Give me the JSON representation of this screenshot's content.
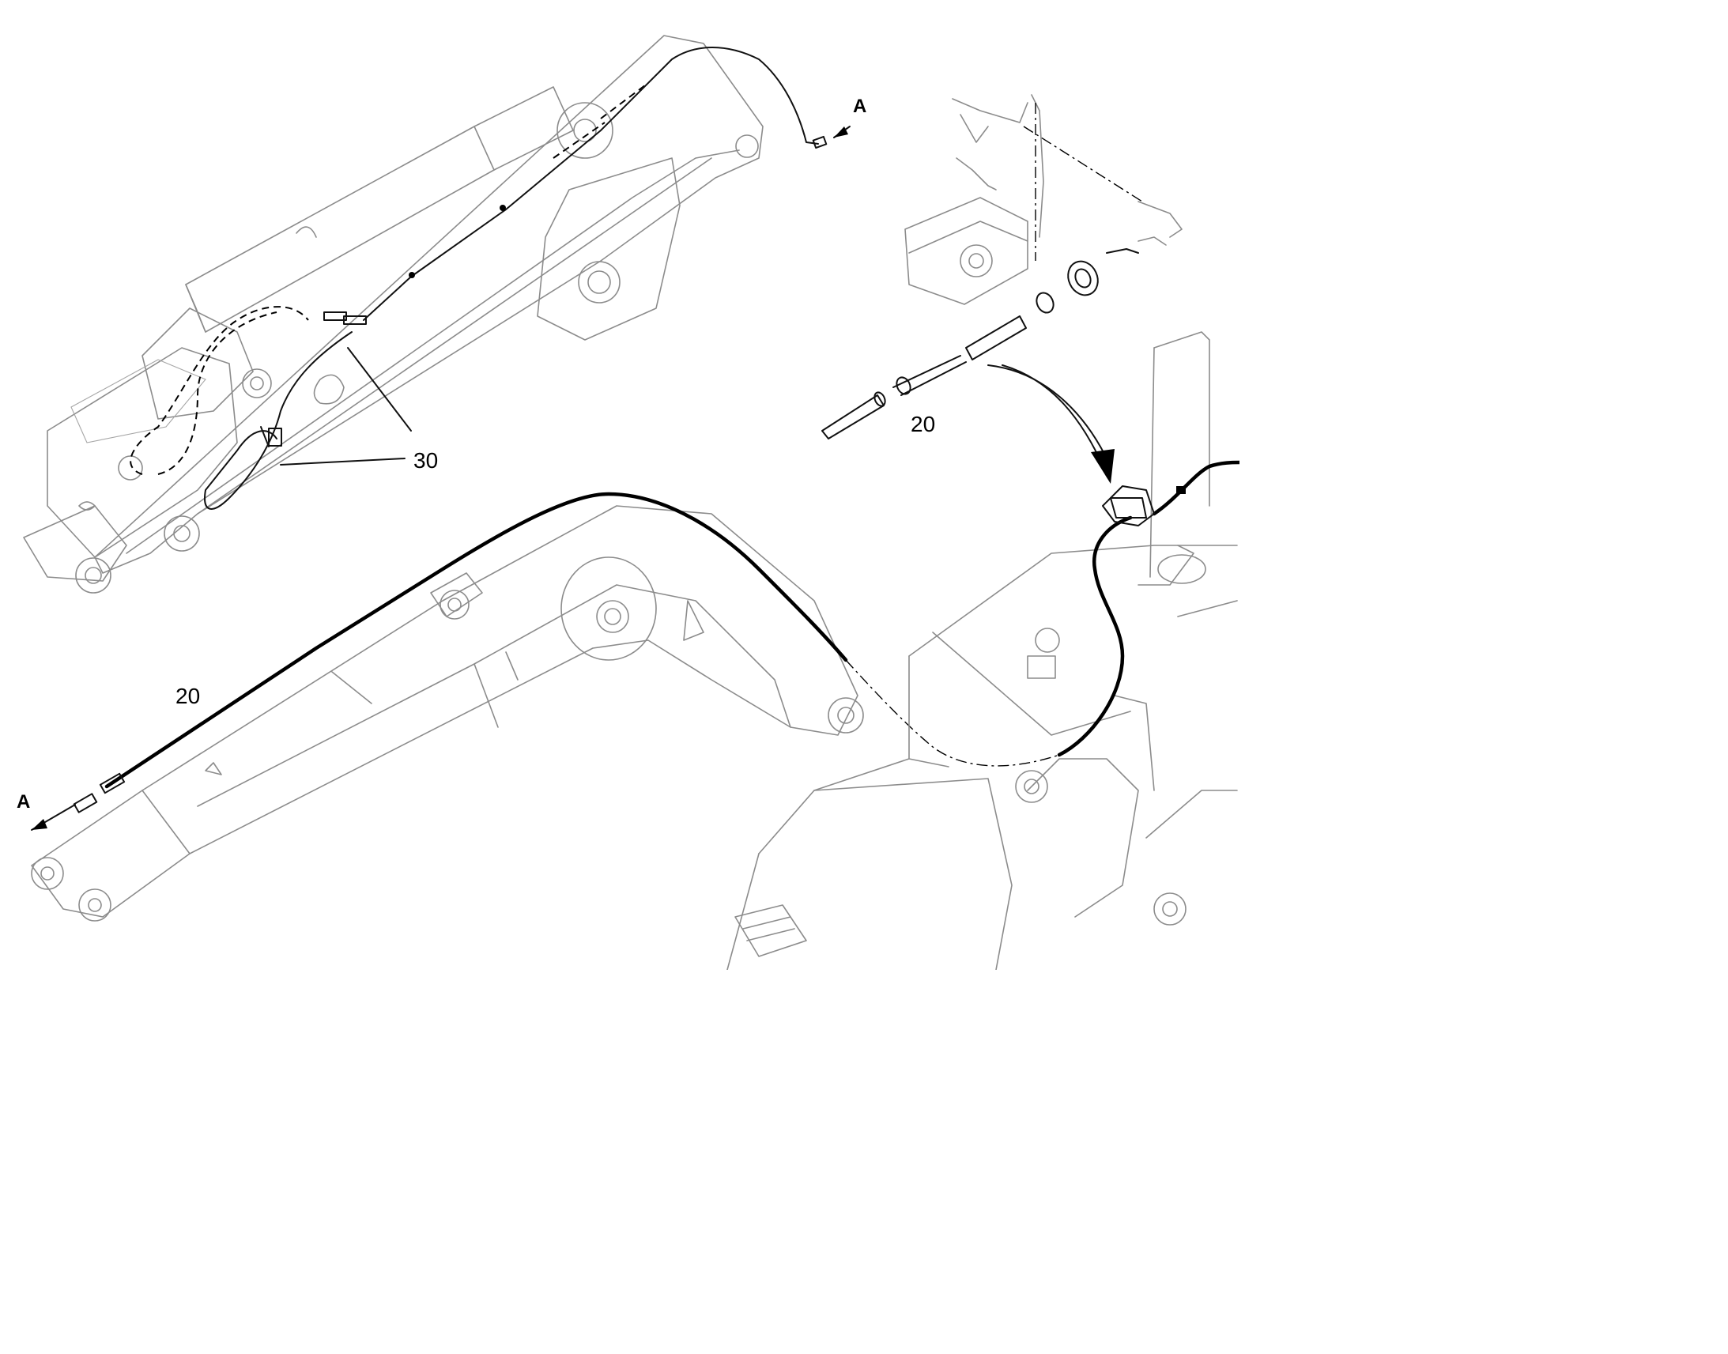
{
  "callouts": {
    "a_top": "A",
    "a_bottom": "A",
    "label_20_top": "20",
    "label_20_bottom": "20",
    "label_30": "30"
  }
}
